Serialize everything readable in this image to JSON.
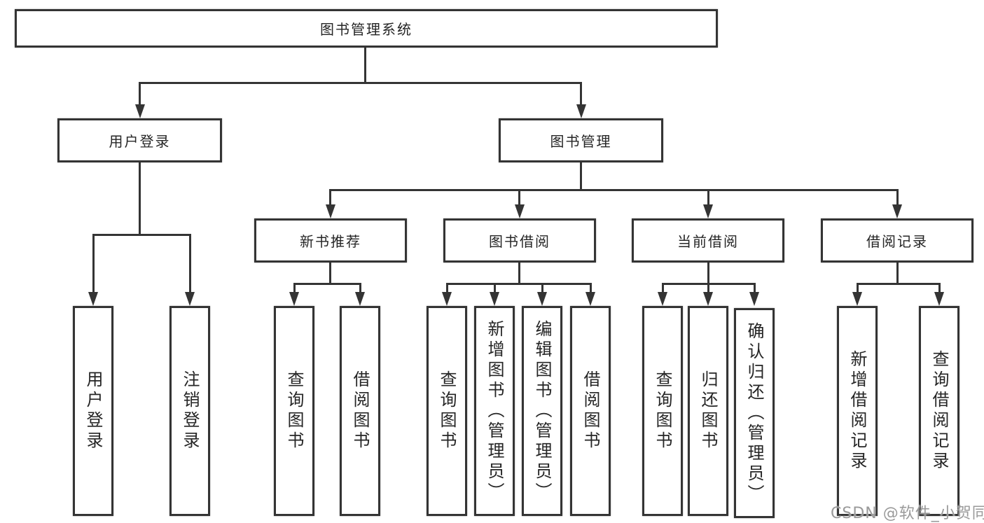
{
  "tree": {
    "root": {
      "label": "图书管理系统"
    },
    "level2": [
      {
        "label": "用户登录",
        "children": [
          {
            "label": "用户登录"
          },
          {
            "label": "注销登录"
          }
        ]
      },
      {
        "label": "图书管理"
      }
    ],
    "level3": [
      {
        "label": "新书推荐",
        "children": [
          {
            "label": "查询图书"
          },
          {
            "label": "借阅图书"
          }
        ]
      },
      {
        "label": "图书借阅",
        "children": [
          {
            "label": "查询图书"
          },
          {
            "label": "新增图书（管理员）"
          },
          {
            "label": "编辑图书（管理员）"
          },
          {
            "label": "借阅图书"
          }
        ]
      },
      {
        "label": "当前借阅",
        "children": [
          {
            "label": "查询图书"
          },
          {
            "label": "归还图书"
          },
          {
            "label": "确认归还（管理员）"
          }
        ]
      },
      {
        "label": "借阅记录",
        "children": [
          {
            "label": "新增借阅记录"
          },
          {
            "label": "查询借阅记录"
          }
        ]
      }
    ]
  },
  "watermark": {
    "text": "CSDN @软件_小贺同学"
  },
  "colors": {
    "line": "#343434",
    "box_border": "#343434",
    "text": "#252525",
    "watermark": "#9a9a9a",
    "background": "#ffffff"
  }
}
